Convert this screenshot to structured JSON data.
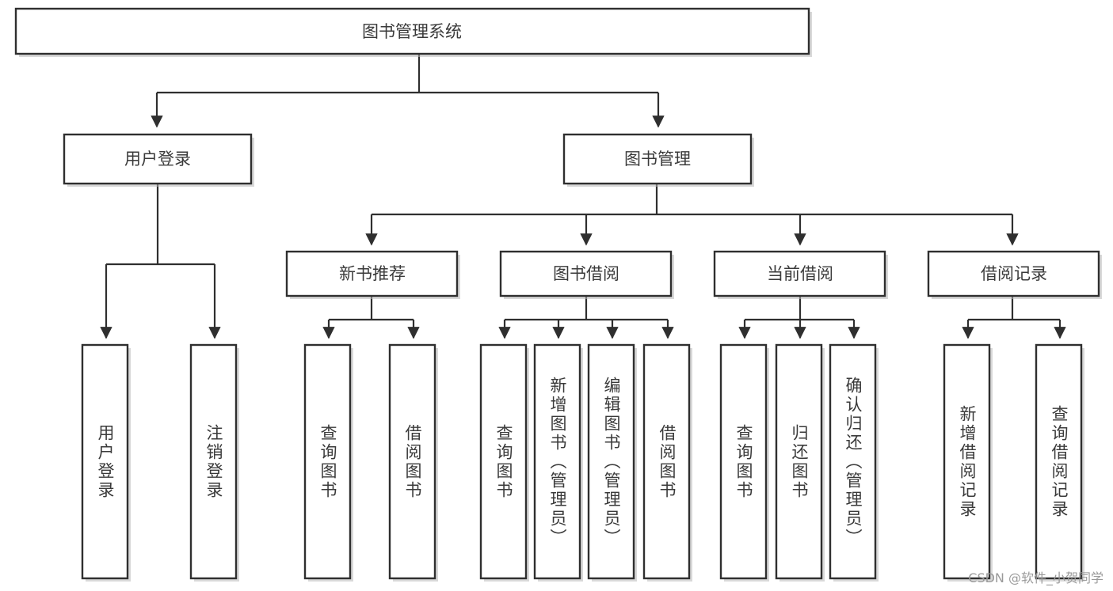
{
  "diagram": {
    "type": "tree-hierarchy",
    "title": "图书管理系统",
    "watermark": "CSDN @软件_小贺同学",
    "colors": {
      "box_stroke": "#2f2f2f",
      "box_fill": "#ffffff",
      "text": "#3a3a3a",
      "background": "#ffffff",
      "watermark_text": "#9a9a9a"
    },
    "levels": {
      "root": {
        "label": "图书管理系统"
      },
      "level2": [
        {
          "id": "user-login",
          "label": "用户登录"
        },
        {
          "id": "book-management",
          "label": "图书管理"
        }
      ],
      "level3": [
        {
          "id": "new-book-recommend",
          "label": "新书推荐",
          "parent": "book-management"
        },
        {
          "id": "book-borrow",
          "label": "图书借阅",
          "parent": "book-management"
        },
        {
          "id": "current-borrow",
          "label": "当前借阅",
          "parent": "book-management"
        },
        {
          "id": "borrow-record",
          "label": "借阅记录",
          "parent": "book-management"
        }
      ],
      "leaves": [
        {
          "id": "leaf-user-login",
          "label": "用户登录",
          "parent": "user-login"
        },
        {
          "id": "leaf-logout",
          "label": "注销登录",
          "parent": "user-login"
        },
        {
          "id": "leaf-query-book-1",
          "label": "查询图书",
          "parent": "new-book-recommend"
        },
        {
          "id": "leaf-borrow-book-1",
          "label": "借阅图书",
          "parent": "new-book-recommend"
        },
        {
          "id": "leaf-query-book-2",
          "label": "查询图书",
          "parent": "book-borrow"
        },
        {
          "id": "leaf-add-book",
          "label": "新增图书（管理员）",
          "parent": "book-borrow"
        },
        {
          "id": "leaf-edit-book",
          "label": "编辑图书（管理员）",
          "parent": "book-borrow"
        },
        {
          "id": "leaf-borrow-book-2",
          "label": "借阅图书",
          "parent": "book-borrow"
        },
        {
          "id": "leaf-query-book-3",
          "label": "查询图书",
          "parent": "current-borrow"
        },
        {
          "id": "leaf-return-book",
          "label": "归还图书",
          "parent": "current-borrow"
        },
        {
          "id": "leaf-confirm-return",
          "label": "确认归还（管理员）",
          "parent": "current-borrow"
        },
        {
          "id": "leaf-add-record",
          "label": "新增借阅记录",
          "parent": "borrow-record"
        },
        {
          "id": "leaf-query-record",
          "label": "查询借阅记录",
          "parent": "borrow-record"
        }
      ]
    }
  }
}
